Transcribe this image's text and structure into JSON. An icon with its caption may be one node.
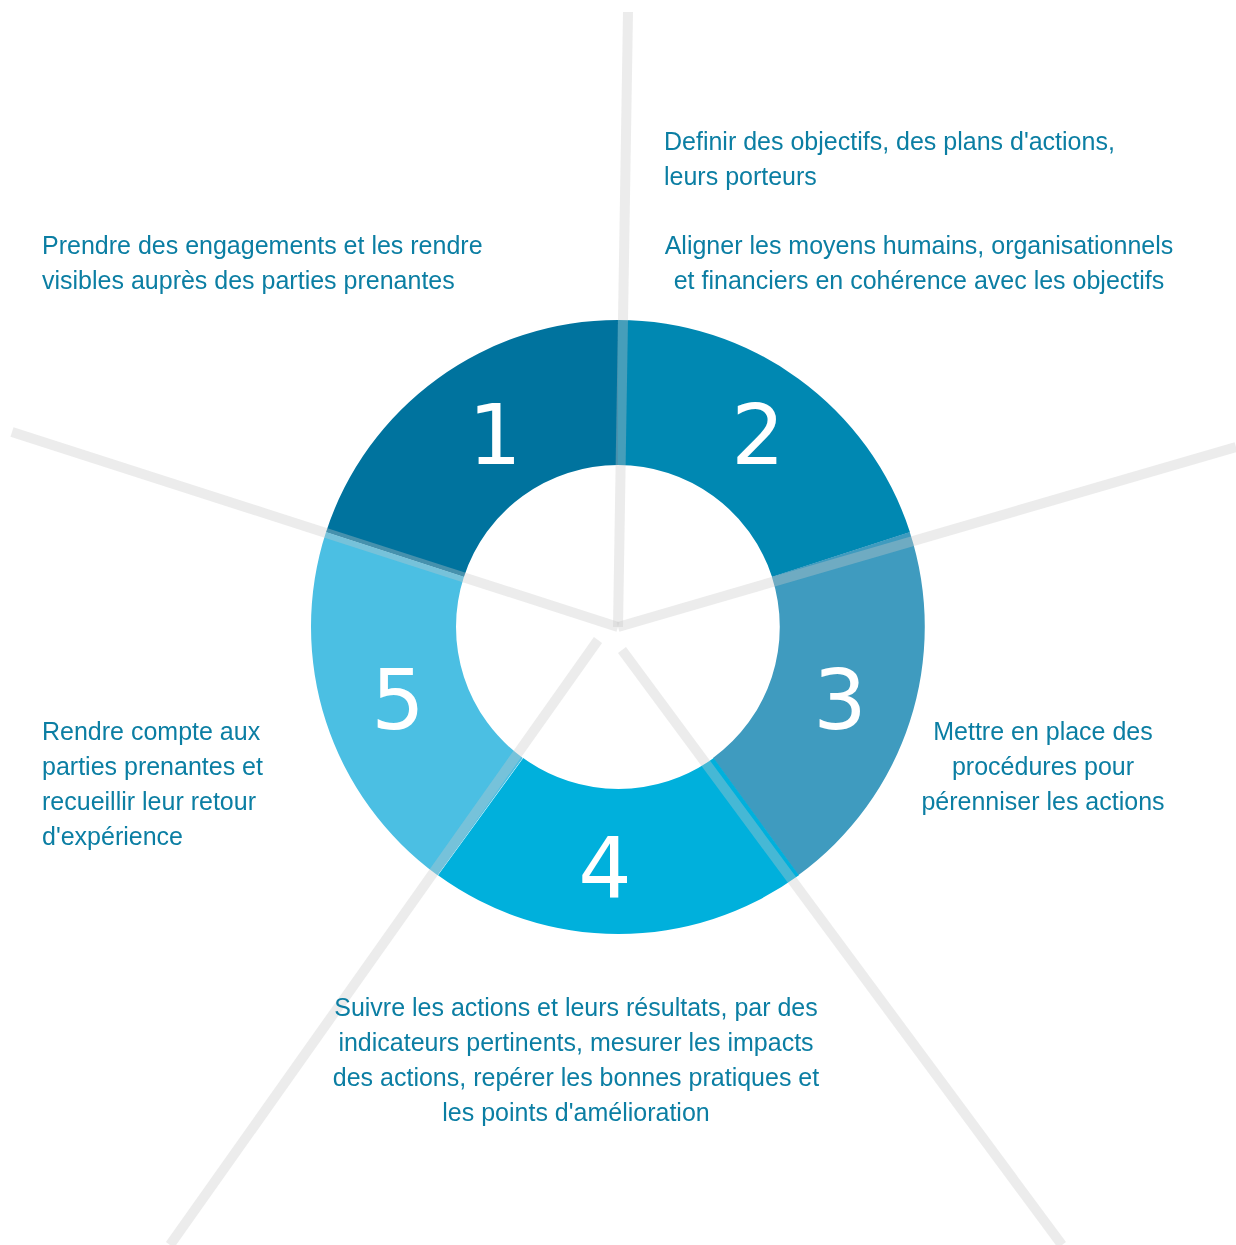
{
  "diagram": {
    "nodes": [
      {
        "text": [
          "1"
        ],
        "beside": [
          "Prendre des engagements et les rendre visibles auprès des parties prenantes"
        ]
      },
      {
        "text": [
          "2"
        ],
        "beside": [
          "Definir des objectifs, des plans d'actions, leurs porteurs",
          "Aligner les moyens humains, organisationnels et financiers en cohérence avec les objectifs"
        ]
      },
      {
        "text": [
          "3"
        ],
        "beside": [
          "Mettre en place des procédures pour pérenniser les actions"
        ]
      },
      {
        "text": [
          "4"
        ],
        "beside": [
          "Suivre les actions et leurs résultats, par des indicateurs pertinents, mesurer les impacts des actions, repérer les bonnes pratiques et les points d'amélioration"
        ]
      },
      {
        "text": [
          "5"
        ],
        "beside": [
          "Rendre compte aux parties prenantes et recueillir leur retour d'expérience"
        ]
      }
    ]
  }
}
